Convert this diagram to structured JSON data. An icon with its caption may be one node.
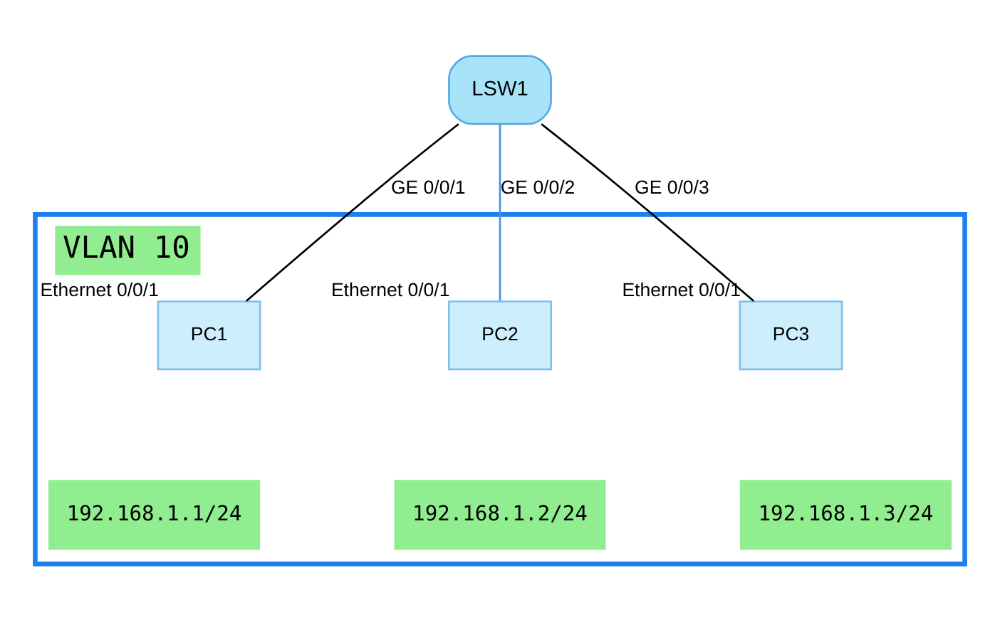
{
  "diagram": {
    "nodes": [
      {
        "text": [
          "LSW1"
        ]
      },
      {
        "text": [
          "VLAN 10"
        ]
      },
      {
        "text": [
          "PC1"
        ],
        "in": 1,
        "beside": [
          "Ethernet 0/0/1"
        ]
      },
      {
        "text": [
          "PC2"
        ],
        "in": 1,
        "beside": [
          "Ethernet 0/0/1"
        ]
      },
      {
        "text": [
          "PC3"
        ],
        "in": 1,
        "beside": [
          "Ethernet 0/0/1"
        ]
      },
      {
        "text": [
          "192.168.1.1/24"
        ],
        "in": 1
      },
      {
        "text": [
          "192.168.1.2/24"
        ],
        "in": 1
      },
      {
        "text": [
          "192.168.1.3/24"
        ],
        "in": 1
      }
    ],
    "edges": [
      {
        "from": 0,
        "to": 2,
        "arrow": "none",
        "label": "GE 0/0/1"
      },
      {
        "from": 0,
        "to": 3,
        "arrow": "none",
        "label": "GE 0/0/2",
        "color": "#4a90e2"
      },
      {
        "from": 0,
        "to": 4,
        "arrow": "none",
        "label": "GE 0/0/3"
      }
    ]
  }
}
